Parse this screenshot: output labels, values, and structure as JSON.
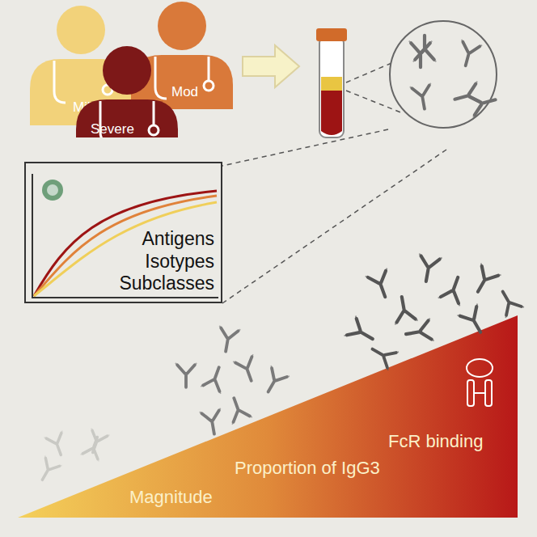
{
  "diagram": {
    "nodes": [
      {
        "text": [
          "Mild"
        ]
      },
      {
        "text": [
          "Mod"
        ]
      },
      {
        "text": [
          "Severe"
        ]
      },
      {
        "text": [
          "Antigens Isotypes Subclasses"
        ]
      },
      {
        "text": [
          "Magnitude",
          "Proportion of IgG3",
          "FcR binding"
        ]
      }
    ]
  }
}
